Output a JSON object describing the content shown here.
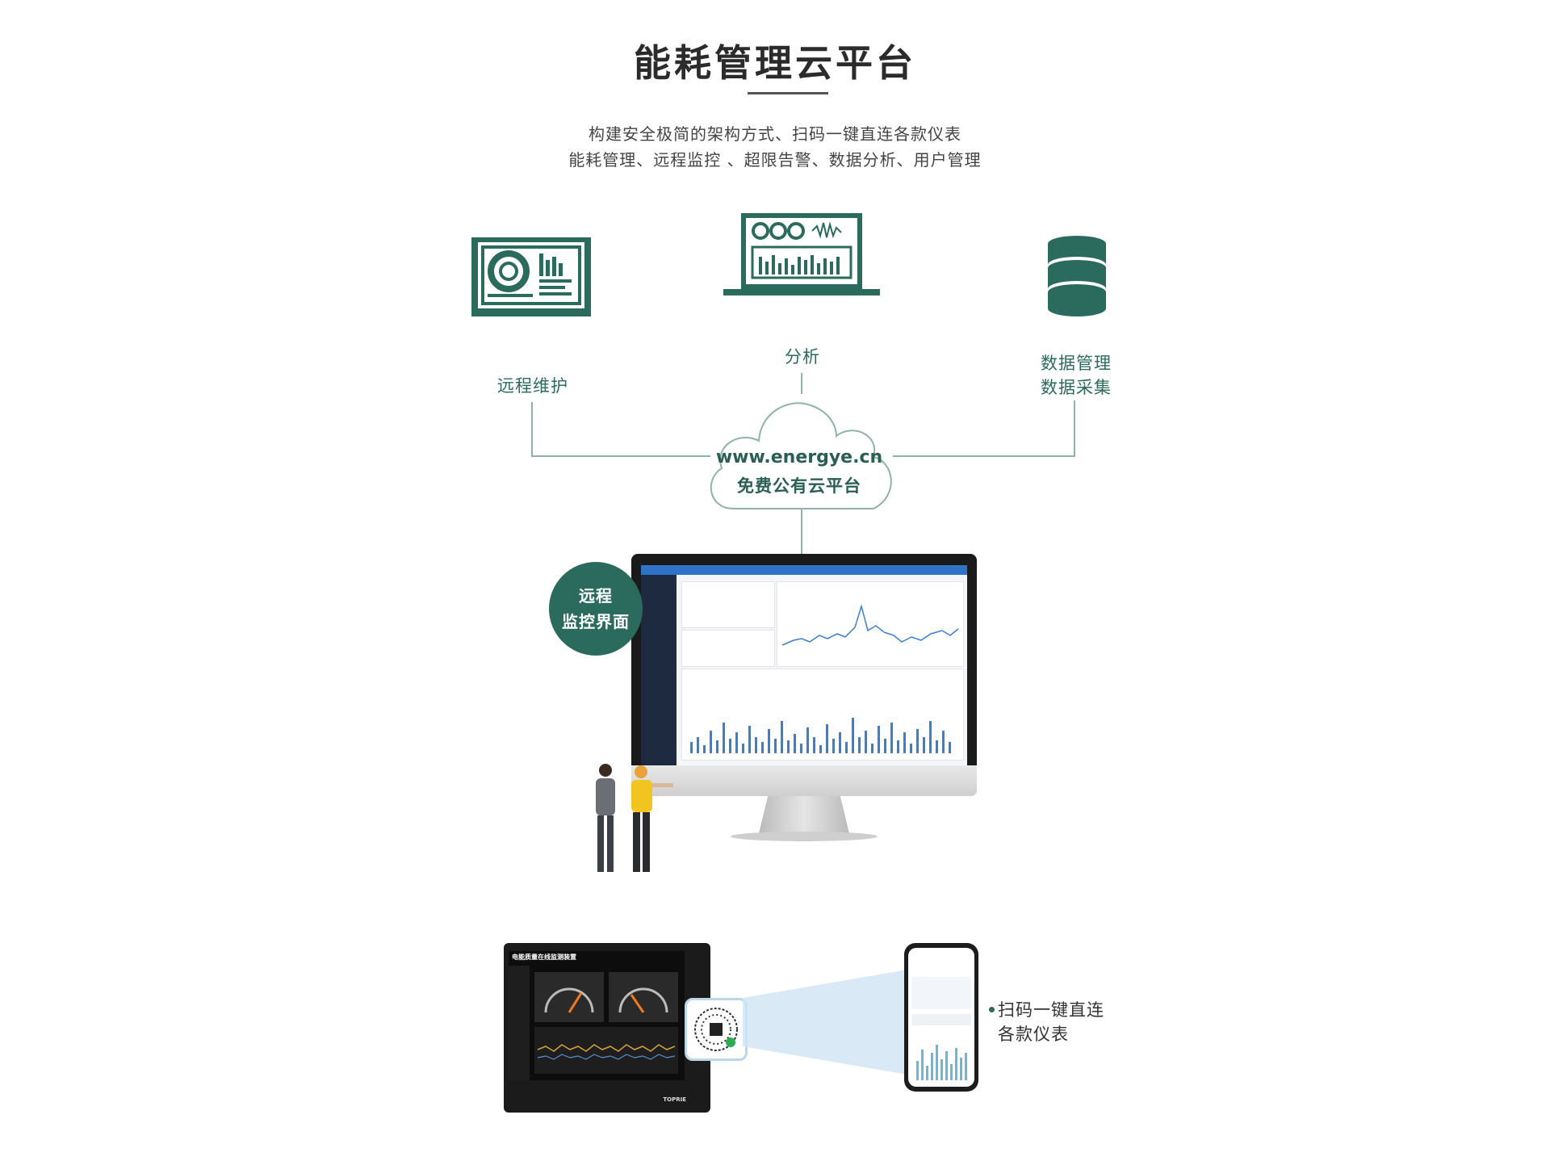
{
  "header": {
    "title": "能耗管理云平台",
    "subtitle_line1": "构建安全极简的架构方式、扫码一键直连各款仪表",
    "subtitle_line2": "能耗管理、远程监控 、超限告警、数据分析、用户管理"
  },
  "features": {
    "remote": "远程维护",
    "analysis": "分析",
    "data_line1": "数据管理",
    "data_line2": "数据采集"
  },
  "cloud": {
    "url": "www.energye.cn",
    "caption": "免费公有云平台"
  },
  "badge": {
    "line1": "远程",
    "line2": "监控界面"
  },
  "device": {
    "header": "电能质量在线监测装置",
    "brand": "TOPRIE"
  },
  "scan": {
    "line1": "扫码一键直连",
    "line2": "各款仪表"
  },
  "icons": {
    "dashboard": "dashboard-board-icon",
    "laptop": "laptop-chart-icon",
    "database": "database-icon"
  },
  "colors": {
    "accent": "#2b6b5e",
    "line": "#8fb3aa",
    "chart_blue": "#3a7fd0"
  }
}
